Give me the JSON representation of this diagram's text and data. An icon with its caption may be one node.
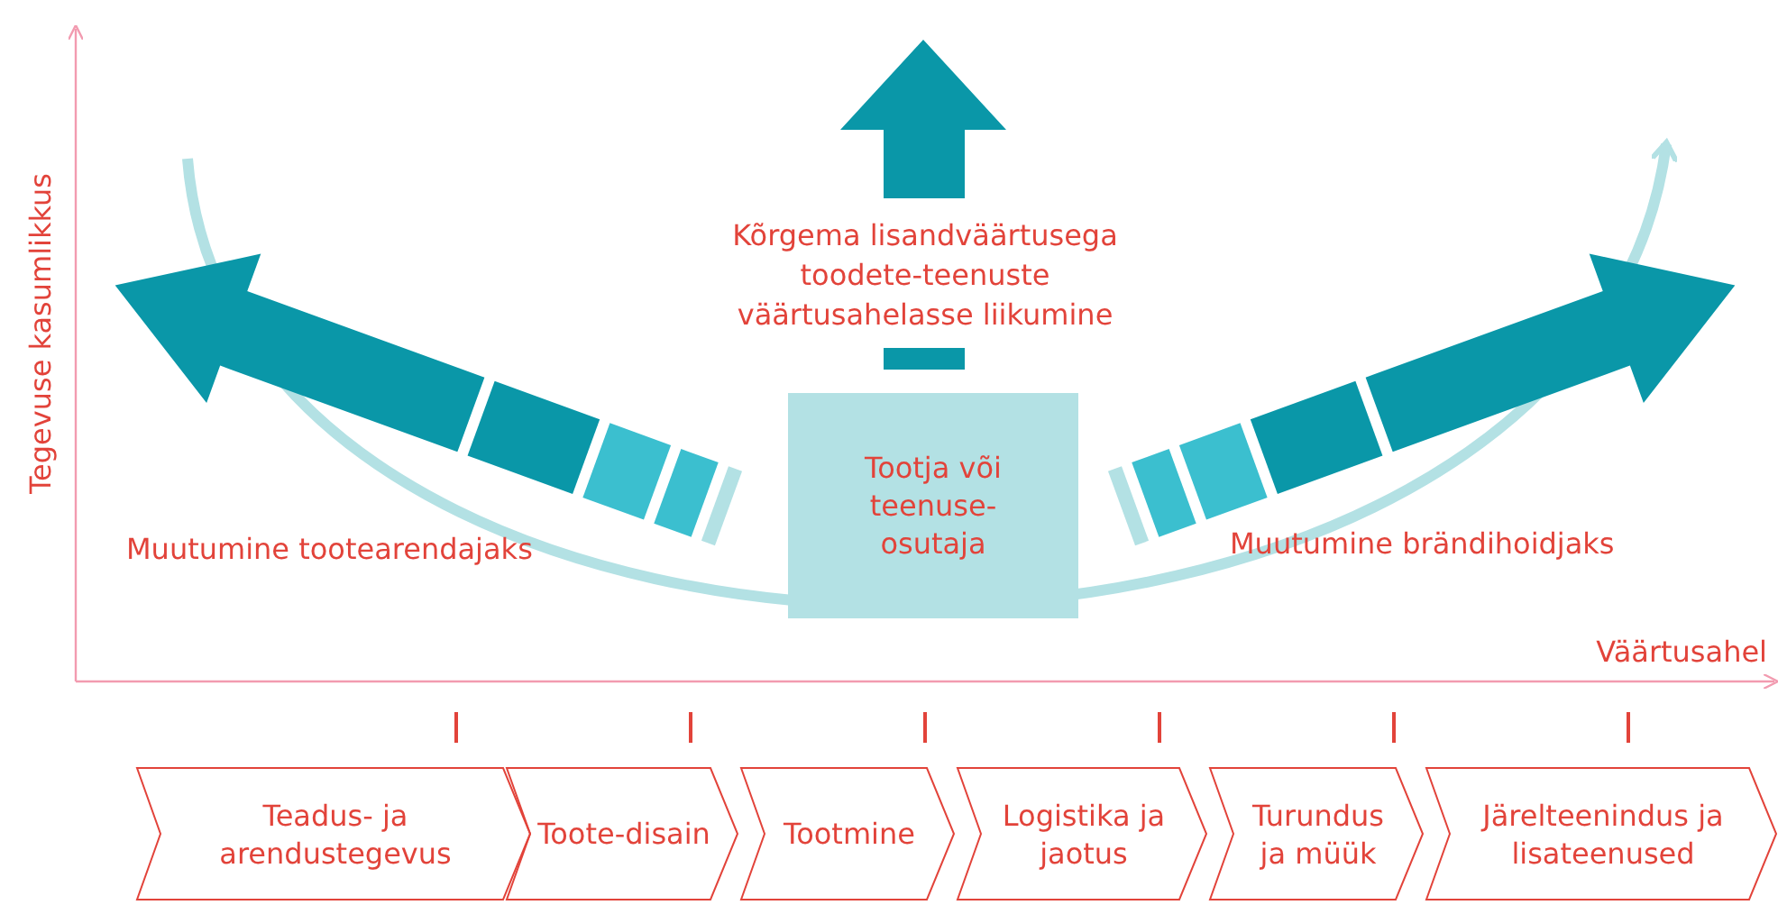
{
  "diagram": {
    "nodes": [
      {
        "text": [
          "Tootja või teenuse-osutaja"
        ]
      },
      {
        "text": [
          "Teadus- ja arendustegevus"
        ]
      },
      {
        "text": [
          "Toote-disain"
        ]
      },
      {
        "text": [
          "Tootmine"
        ]
      },
      {
        "text": [
          "Logistika ja jaotus"
        ]
      },
      {
        "text": [
          "Turundus ja müük"
        ]
      },
      {
        "text": [
          "Järelteenindus ja lisateenused"
        ]
      }
    ],
    "edges": [],
    "labels": [
      "Tegevuse kasumlikkus",
      "Kõrgema lisandväärtusega toodete-teenuste väärtusahelasse liikumine",
      "Muutumine tootearendajaks",
      "Muutumine brändihoidjaks",
      "Väärtusahel"
    ]
  }
}
